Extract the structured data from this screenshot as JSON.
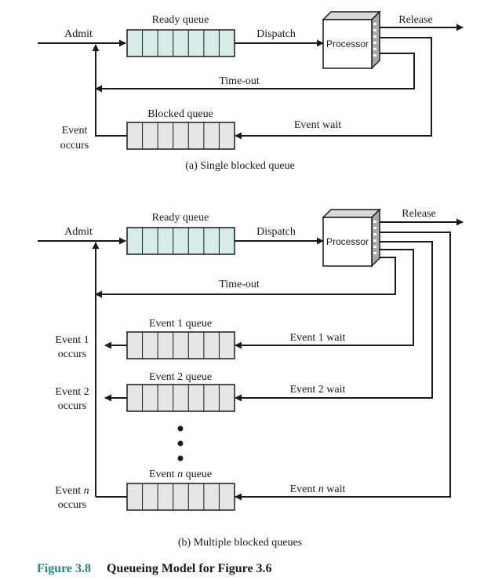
{
  "diagram_a": {
    "ready_queue": "Ready queue",
    "admit": "Admit",
    "dispatch": "Dispatch",
    "release": "Release",
    "processor": "Processor",
    "timeout": "Time-out",
    "blocked_queue": "Blocked queue",
    "event_wait": "Event wait",
    "event_occurs_1": "Event",
    "event_occurs_2": "occurs",
    "caption": "(a) Single blocked queue"
  },
  "diagram_b": {
    "ready_queue": "Ready queue",
    "admit": "Admit",
    "dispatch": "Dispatch",
    "release": "Release",
    "processor": "Processor",
    "timeout": "Time-out",
    "event1_queue": "Event 1 queue",
    "event1_wait": "Event 1 wait",
    "event1_occurs_1": "Event 1",
    "event1_occurs_2": "occurs",
    "event2_queue": "Event 2 queue",
    "event2_wait": "Event 2 wait",
    "event2_occurs_1": "Event 2",
    "event2_occurs_2": "occurs",
    "eventn_queue_prefix": "Event ",
    "eventn_queue_n": "n",
    "eventn_queue_suffix": " queue",
    "eventn_wait_prefix": "Event ",
    "eventn_wait_n": "n",
    "eventn_wait_suffix": " wait",
    "eventn_occurs_prefix": "Event ",
    "eventn_occurs_n": "n",
    "eventn_occurs_2": "occurs",
    "caption": "(b) Multiple blocked queues"
  },
  "figure": {
    "number": "Figure 3.8",
    "title": "Queueing Model for Figure 3.6"
  },
  "colors": {
    "ready_queue_fill": "#d5ece8",
    "blocked_queue_fill": "#e6e6e6",
    "processor_fill": "#ffffff",
    "processor_side": "#a8a8a8",
    "processor_top": "#d8d8d8",
    "caption_accent": "#1f8a8a"
  }
}
